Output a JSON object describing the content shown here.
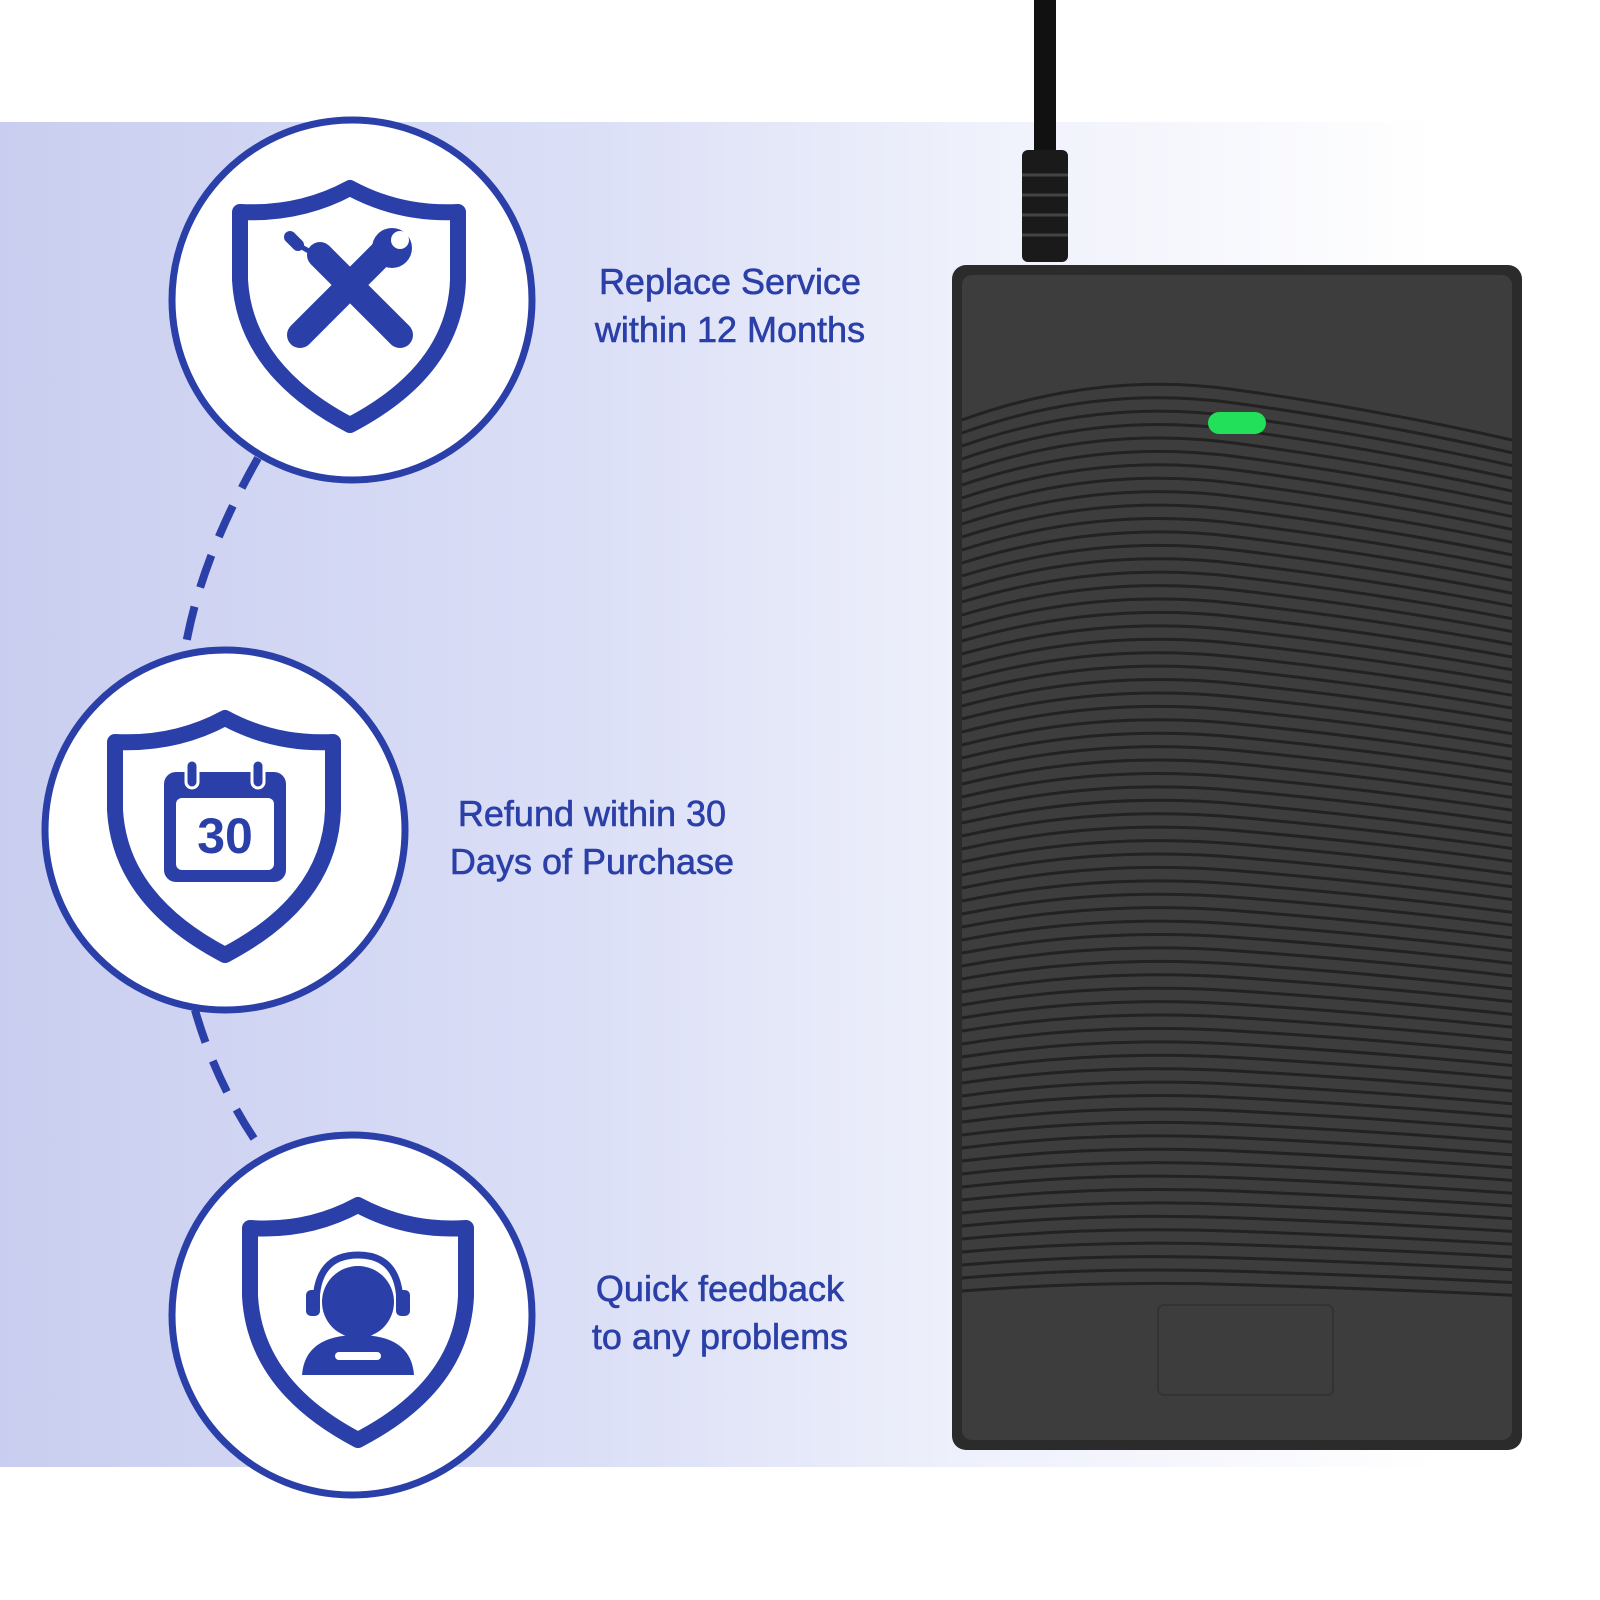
{
  "features": [
    {
      "icon": "wrench-screwdriver-shield-icon",
      "line1": "Replace Service",
      "line2": "within 12 Months"
    },
    {
      "icon": "calendar-shield-icon",
      "line1": "Refund within 30",
      "line2": "Days of Purchase",
      "calendar_number": "30"
    },
    {
      "icon": "headset-support-shield-icon",
      "line1": "Quick feedback",
      "line2": "to any problems"
    }
  ],
  "colors": {
    "accent": "#2b3fa8",
    "device": "#3a3a3a",
    "led": "#22e05a"
  }
}
